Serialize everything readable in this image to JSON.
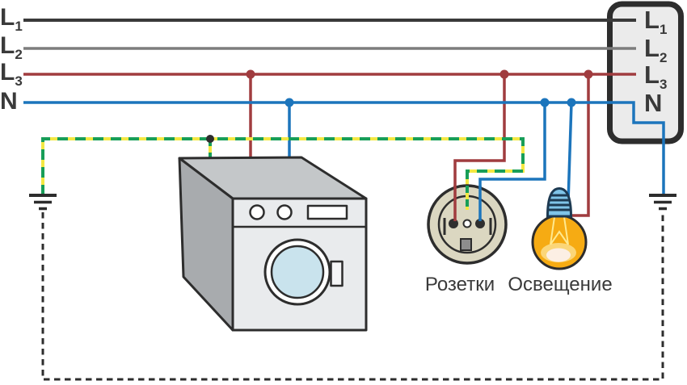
{
  "bus": {
    "left_labels": [
      {
        "main": "L",
        "sub": "1"
      },
      {
        "main": "L",
        "sub": "2"
      },
      {
        "main": "L",
        "sub": "3"
      },
      {
        "main": "N",
        "sub": ""
      }
    ]
  },
  "panel": {
    "labels": [
      {
        "main": "L",
        "sub": "1"
      },
      {
        "main": "L",
        "sub": "2"
      },
      {
        "main": "L",
        "sub": "3"
      },
      {
        "main": "N",
        "sub": ""
      }
    ]
  },
  "devices": {
    "sockets_label": "Розетки",
    "lighting_label": "Освещение"
  },
  "colors": {
    "phase_l1": "#3a3a3a",
    "phase_l2": "#7d7d7d",
    "phase_l3": "#a03c3f",
    "neutral": "#1c75bc",
    "ground_yellow": "#f4e843",
    "ground_green": "#189e58",
    "earth_dashed": "#2d2d2d"
  }
}
